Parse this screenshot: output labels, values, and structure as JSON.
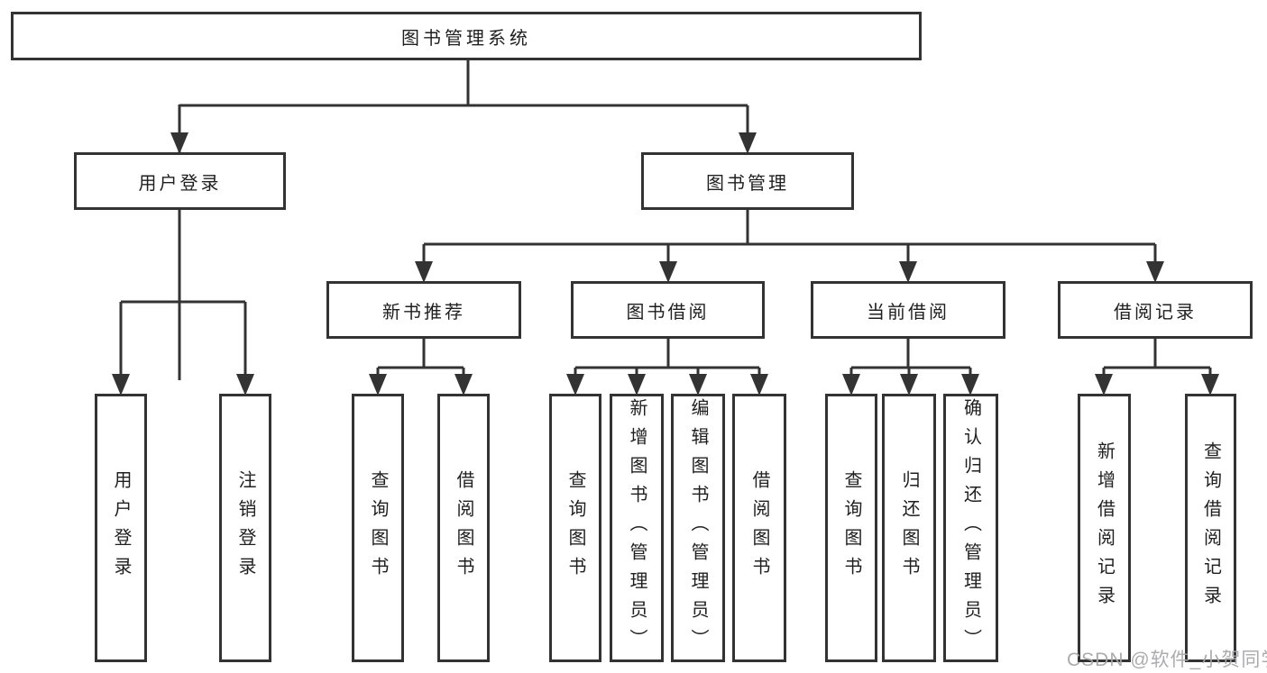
{
  "title": "图书管理系统",
  "watermark": "CSDN @软件_小贺同学",
  "nodes": {
    "root": {
      "label": "图书管理系统"
    },
    "login": {
      "label": "用户登录",
      "children": [
        {
          "label": "用户登录"
        },
        {
          "label": "注销登录"
        }
      ]
    },
    "mgmt": {
      "label": "图书管理",
      "sections": [
        {
          "label": "新书推荐",
          "children": [
            {
              "label": "查询图书"
            },
            {
              "label": "借阅图书"
            }
          ]
        },
        {
          "label": "图书借阅",
          "children": [
            {
              "label": "查询图书"
            },
            {
              "label": "新增图书（管理员）"
            },
            {
              "label": "编辑图书（管理员）"
            },
            {
              "label": "借阅图书"
            }
          ]
        },
        {
          "label": "当前借阅",
          "children": [
            {
              "label": "查询图书"
            },
            {
              "label": "归还图书"
            },
            {
              "label": "确认归还（管理员）"
            }
          ]
        },
        {
          "label": "借阅记录",
          "children": [
            {
              "label": "新增借阅记录"
            },
            {
              "label": "查询借阅记录"
            }
          ]
        }
      ]
    }
  }
}
